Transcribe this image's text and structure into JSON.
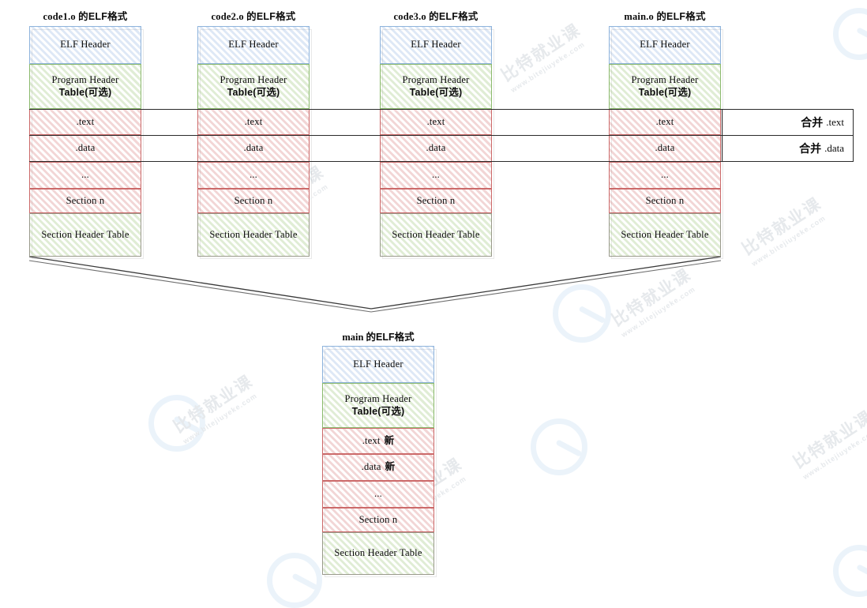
{
  "diagram": {
    "title_suffix_cn": "的ELF格式",
    "columns": [
      {
        "id": "code1",
        "name": "code1.o",
        "title_prefix": "code1.o",
        "segments": [
          {
            "key": "elf_header",
            "label": "ELF Header",
            "label_cn": "",
            "color": "blue"
          },
          {
            "key": "pht",
            "label": "Program Header",
            "label_cn": "Table(可选)",
            "color": "green"
          },
          {
            "key": "text",
            "label": ".text",
            "label_cn": "",
            "color": "red"
          },
          {
            "key": "data",
            "label": ".data",
            "label_cn": "",
            "color": "red"
          },
          {
            "key": "ellipsis",
            "label": "...",
            "label_cn": "",
            "color": "red"
          },
          {
            "key": "section_n",
            "label": "Section n",
            "label_cn": "",
            "color": "red"
          },
          {
            "key": "sht",
            "label": "Section Header Table",
            "label_cn": "",
            "color": "green"
          }
        ]
      },
      {
        "id": "code2",
        "name": "code2.o",
        "title_prefix": "code2.o",
        "segments": [
          {
            "key": "elf_header",
            "label": "ELF Header",
            "label_cn": "",
            "color": "blue"
          },
          {
            "key": "pht",
            "label": "Program Header",
            "label_cn": "Table(可选)",
            "color": "green"
          },
          {
            "key": "text",
            "label": ".text",
            "label_cn": "",
            "color": "red"
          },
          {
            "key": "data",
            "label": ".data",
            "label_cn": "",
            "color": "red"
          },
          {
            "key": "ellipsis",
            "label": "...",
            "label_cn": "",
            "color": "red"
          },
          {
            "key": "section_n",
            "label": "Section n",
            "label_cn": "",
            "color": "red"
          },
          {
            "key": "sht",
            "label": "Section Header Table",
            "label_cn": "",
            "color": "green"
          }
        ]
      },
      {
        "id": "code3",
        "name": "code3.o",
        "title_prefix": "code3.o",
        "segments": [
          {
            "key": "elf_header",
            "label": "ELF Header",
            "label_cn": "",
            "color": "blue"
          },
          {
            "key": "pht",
            "label": "Program Header",
            "label_cn": "Table(可选)",
            "color": "green"
          },
          {
            "key": "text",
            "label": ".text",
            "label_cn": "",
            "color": "red"
          },
          {
            "key": "data",
            "label": ".data",
            "label_cn": "",
            "color": "red"
          },
          {
            "key": "ellipsis",
            "label": "...",
            "label_cn": "",
            "color": "red"
          },
          {
            "key": "section_n",
            "label": "Section n",
            "label_cn": "",
            "color": "red"
          },
          {
            "key": "sht",
            "label": "Section Header Table",
            "label_cn": "",
            "color": "green"
          }
        ]
      },
      {
        "id": "maino",
        "name": "main.o",
        "title_prefix": "main.o",
        "segments": [
          {
            "key": "elf_header",
            "label": "ELF Header",
            "label_cn": "",
            "color": "blue"
          },
          {
            "key": "pht",
            "label": "Program Header",
            "label_cn": "Table(可选)",
            "color": "green"
          },
          {
            "key": "text",
            "label": ".text",
            "label_cn": "",
            "color": "red"
          },
          {
            "key": "data",
            "label": ".data",
            "label_cn": "",
            "color": "red"
          },
          {
            "key": "ellipsis",
            "label": "...",
            "label_cn": "",
            "color": "red"
          },
          {
            "key": "section_n",
            "label": "Section n",
            "label_cn": "",
            "color": "red"
          },
          {
            "key": "sht",
            "label": "Section Header Table",
            "label_cn": "",
            "color": "green"
          }
        ]
      }
    ],
    "merge_labels": [
      {
        "key": "merge_text",
        "cn": "合并",
        "latin": ".text"
      },
      {
        "key": "merge_data",
        "cn": "合并",
        "latin": ".data"
      }
    ],
    "output": {
      "title_prefix": "main",
      "segments": [
        {
          "key": "elf_header",
          "label": "ELF Header",
          "label_cn": "",
          "color": "blue"
        },
        {
          "key": "pht",
          "label": "Program Header",
          "label_cn": "Table(可选)",
          "color": "green"
        },
        {
          "key": "text_new",
          "label": ".text",
          "label_cn": "新",
          "color": "red"
        },
        {
          "key": "data_new",
          "label": ".data",
          "label_cn": "新",
          "color": "red"
        },
        {
          "key": "ellipsis",
          "label": "...",
          "label_cn": "",
          "color": "red"
        },
        {
          "key": "section_n",
          "label": "Section n",
          "label_cn": "",
          "color": "red"
        },
        {
          "key": "sht",
          "label": "Section Header Table",
          "label_cn": "",
          "color": "green"
        }
      ]
    },
    "colors": {
      "blue_fill": "#eef3fb",
      "blue_border": "#8fb4dc",
      "green_fill": "#f1f7ea",
      "green_border": "#8cba6e",
      "red_fill": "#fbeeee",
      "red_border": "#cc6a6a",
      "line": "#2b2b2b",
      "text": "#0b0b0b",
      "watermark": "#dbeaf7"
    }
  },
  "watermark": {
    "brand_cn": "比特就业课",
    "brand_url": "www.bitejiuyeke.com"
  }
}
